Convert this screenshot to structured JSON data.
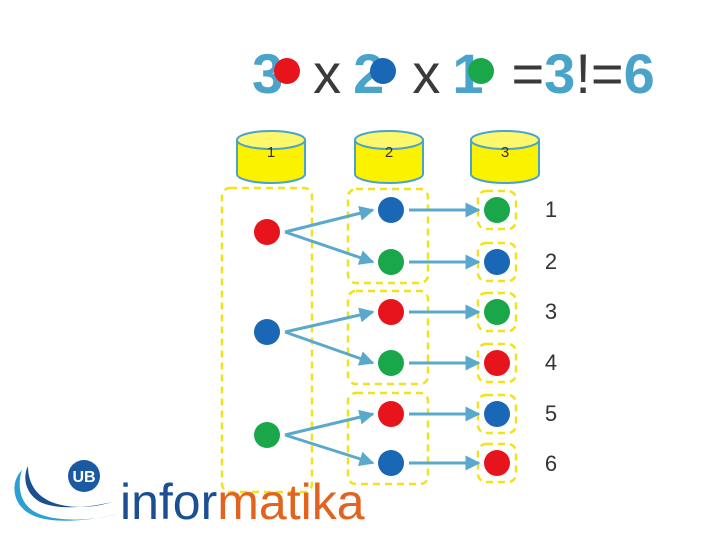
{
  "formula": {
    "f1": "3",
    "x1": "x",
    "f2": "2",
    "x2": "x",
    "f3": "1",
    "eq1": "=",
    "n": "3",
    "bang": "!=",
    "result": "6"
  },
  "colors": {
    "red": "#e8141c",
    "blue": "#1a67b5",
    "green": "#19a74a",
    "arrow": "#5aa9cc",
    "group_border": "#f1e21c",
    "cylinder": "#fbf200",
    "number": "#4aa3c9"
  },
  "stages": [
    "1",
    "2",
    "3"
  ],
  "stage1": {
    "groups": [
      [
        "red"
      ],
      [
        "blue"
      ],
      [
        "green"
      ]
    ]
  },
  "stage2": {
    "groups": [
      [
        "blue",
        "green"
      ],
      [
        "red",
        "green"
      ],
      [
        "red",
        "blue"
      ]
    ]
  },
  "stage3": {
    "items": [
      "green",
      "blue",
      "green",
      "red",
      "blue",
      "red"
    ]
  },
  "permutation_numbers": [
    "1",
    "2",
    "3",
    "4",
    "5",
    "6"
  ],
  "logo": {
    "badge": "UB",
    "text_part1": "infor",
    "text_part2": "matika"
  }
}
